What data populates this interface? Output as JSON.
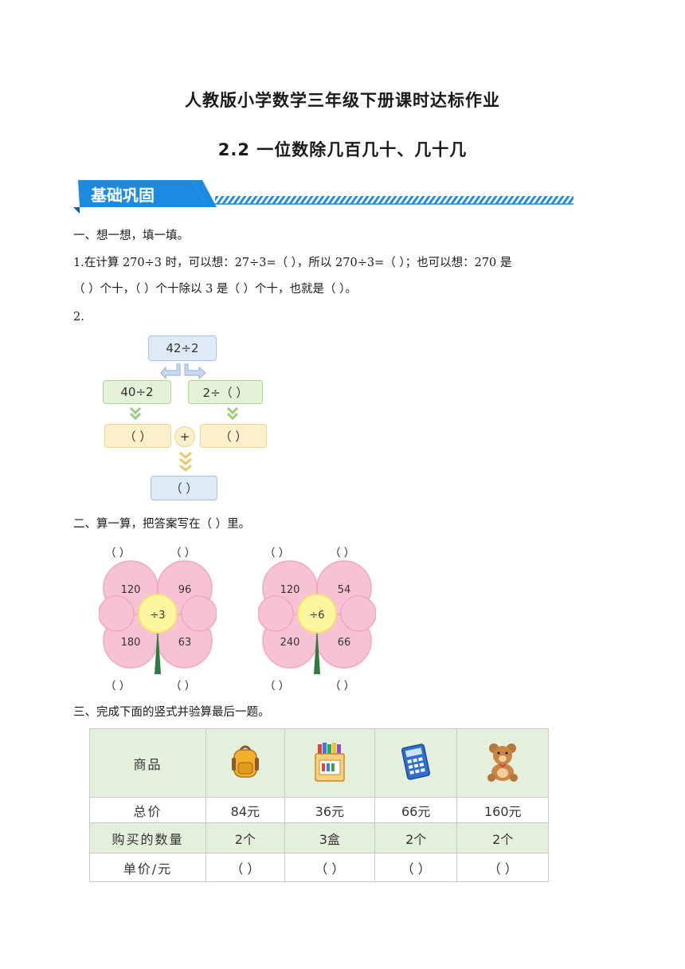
{
  "header": {
    "title": "人教版小学数学三年级下册课时达标作业",
    "subtitle": "2.2  一位数除几百几十、几十几"
  },
  "banner": {
    "label": "基础巩固",
    "color": "#1a8be0"
  },
  "section1": {
    "heading": "一、想一想，填一填。",
    "q1_line1": "1.在计算 270÷3 时，可以想：27÷3=（        ），所以 270÷3=（      ）；也可以想：270 是",
    "q1_line2": "（        ）个十，（        ）个十除以 3 是（        ）个十，也就是（        ）。",
    "q2_label": "2."
  },
  "diagram": {
    "top": "42÷2",
    "left": "40÷2",
    "right": "2÷（  ）",
    "left_result": "（      ）",
    "right_result": "（      ）",
    "plus": "+",
    "bottom": "（      ）"
  },
  "section2": {
    "heading": "二、算一算，把答案写在（    ）里。",
    "blank": "（      ）",
    "flowers": [
      {
        "center": "÷3",
        "numbers": [
          "120",
          "96",
          "180",
          "63"
        ]
      },
      {
        "center": "÷6",
        "numbers": [
          "120",
          "54",
          "240",
          "66"
        ]
      }
    ]
  },
  "section3": {
    "heading": "三、完成下面的竖式并验算最后一题。"
  },
  "table": {
    "row_headers": [
      "商品",
      "总价",
      "购买的数量",
      "单价/元"
    ],
    "items": [
      {
        "icon": "backpack-icon",
        "total": "84元",
        "quantity": "2个",
        "unit_price": "（        ）"
      },
      {
        "icon": "crayon-box-icon",
        "total": "36元",
        "quantity": "3盒",
        "unit_price": "（        ）"
      },
      {
        "icon": "calculator-icon",
        "total": "66元",
        "quantity": "2个",
        "unit_price": "（        ）"
      },
      {
        "icon": "teddy-bear-icon",
        "total": "160元",
        "quantity": "2个",
        "unit_price": "（        ）"
      }
    ]
  }
}
